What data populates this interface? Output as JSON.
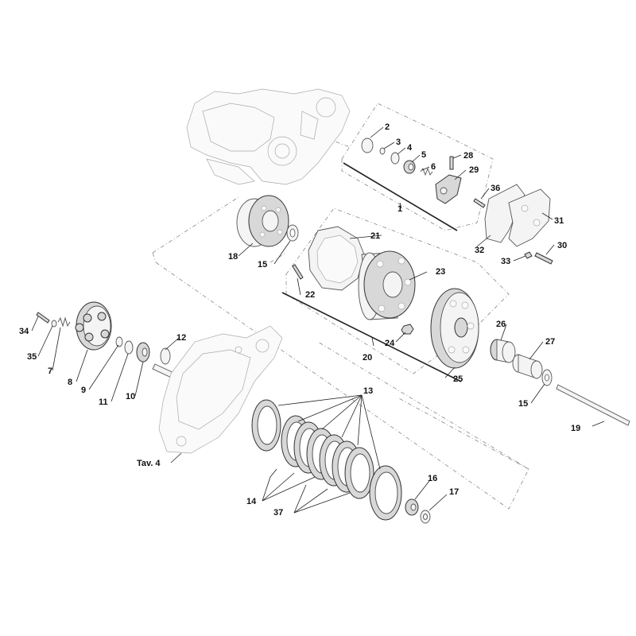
{
  "diagram": {
    "parts": [
      {
        "id": "1",
        "label": "1"
      },
      {
        "id": "2",
        "label": "2"
      },
      {
        "id": "3",
        "label": "3"
      },
      {
        "id": "4",
        "label": "4"
      },
      {
        "id": "5",
        "label": "5"
      },
      {
        "id": "6",
        "label": "6"
      },
      {
        "id": "7",
        "label": "7"
      },
      {
        "id": "8",
        "label": "8"
      },
      {
        "id": "9",
        "label": "9"
      },
      {
        "id": "10",
        "label": "10"
      },
      {
        "id": "11",
        "label": "11"
      },
      {
        "id": "12",
        "label": "12"
      },
      {
        "id": "13",
        "label": "13"
      },
      {
        "id": "14",
        "label": "14"
      },
      {
        "id": "15a",
        "label": "15"
      },
      {
        "id": "15b",
        "label": "15"
      },
      {
        "id": "16",
        "label": "16"
      },
      {
        "id": "17",
        "label": "17"
      },
      {
        "id": "18",
        "label": "18"
      },
      {
        "id": "19",
        "label": "19"
      },
      {
        "id": "20",
        "label": "20"
      },
      {
        "id": "21",
        "label": "21"
      },
      {
        "id": "22",
        "label": "22"
      },
      {
        "id": "23",
        "label": "23"
      },
      {
        "id": "24",
        "label": "24"
      },
      {
        "id": "25",
        "label": "25"
      },
      {
        "id": "26",
        "label": "26"
      },
      {
        "id": "27",
        "label": "27"
      },
      {
        "id": "28",
        "label": "28"
      },
      {
        "id": "29",
        "label": "29"
      },
      {
        "id": "30",
        "label": "30"
      },
      {
        "id": "31",
        "label": "31"
      },
      {
        "id": "32",
        "label": "32"
      },
      {
        "id": "33",
        "label": "33"
      },
      {
        "id": "34",
        "label": "34"
      },
      {
        "id": "35",
        "label": "35"
      },
      {
        "id": "36",
        "label": "36"
      },
      {
        "id": "37",
        "label": "37"
      },
      {
        "id": "tav4",
        "label": "Tav. 4"
      }
    ]
  }
}
